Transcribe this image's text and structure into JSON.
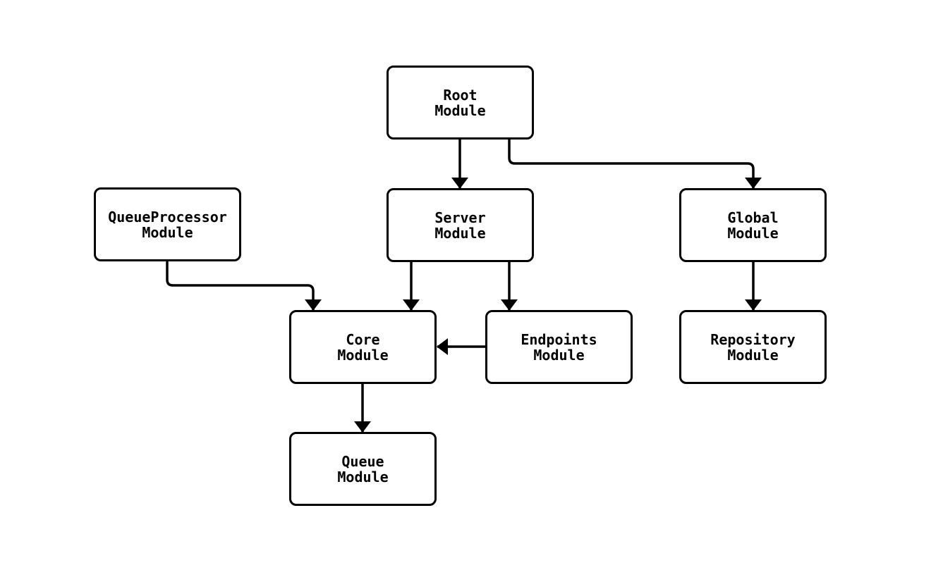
{
  "diagram": {
    "type": "flowchart",
    "background_color": "#ffffff",
    "node_fill_color": "#ffffff",
    "node_stroke_color": "#000000",
    "edge_color": "#000000",
    "text_color": "#000000",
    "nodes": [
      {
        "id": "root",
        "label": "Root\nModule"
      },
      {
        "id": "queueprocessor",
        "label": "QueueProcessor\nModule"
      },
      {
        "id": "server",
        "label": "Server\nModule"
      },
      {
        "id": "global",
        "label": "Global\nModule"
      },
      {
        "id": "core",
        "label": "Core\nModule"
      },
      {
        "id": "endpoints",
        "label": "Endpoints\nModule"
      },
      {
        "id": "repository",
        "label": "Repository\nModule"
      },
      {
        "id": "queue",
        "label": "Queue\nModule"
      }
    ],
    "edges": [
      {
        "from": "root",
        "to": "server"
      },
      {
        "from": "root",
        "to": "global"
      },
      {
        "from": "queueprocessor",
        "to": "core"
      },
      {
        "from": "server",
        "to": "core"
      },
      {
        "from": "server",
        "to": "endpoints"
      },
      {
        "from": "global",
        "to": "repository"
      },
      {
        "from": "endpoints",
        "to": "core"
      },
      {
        "from": "core",
        "to": "queue"
      }
    ]
  }
}
